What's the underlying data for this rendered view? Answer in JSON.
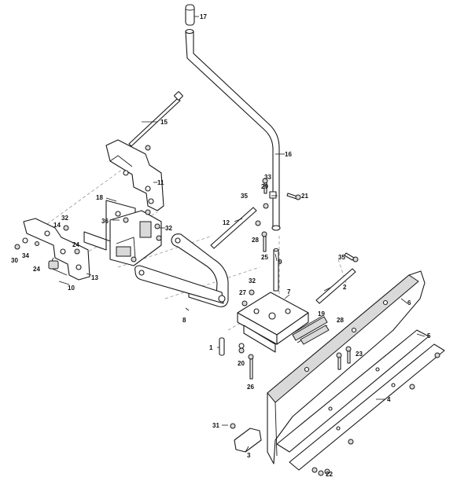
{
  "callouts": {
    "c1": "1",
    "c2": "2",
    "c3": "3",
    "c4": "4",
    "c5": "5",
    "c6": "6",
    "c7": "7",
    "c8": "8",
    "c9": "9",
    "c10": "10",
    "c11": "11",
    "c12": "12",
    "c13": "13",
    "c14": "14",
    "c15": "15",
    "c16": "16",
    "c17": "17",
    "c18": "18",
    "c19": "19",
    "c20": "20",
    "c21": "21",
    "c22": "22",
    "c23": "23",
    "c24a": "24",
    "c24b": "24",
    "c25": "25",
    "c26": "26",
    "c27": "27",
    "c28a": "28",
    "c28b": "28",
    "c29": "29",
    "c30": "30",
    "c31": "31",
    "c32a": "32",
    "c32b": "32",
    "c32c": "32",
    "c33": "33",
    "c34": "34",
    "c35a": "35",
    "c35b": "35",
    "c36": "36"
  },
  "colors": {
    "line": "#1a1a1a",
    "fill": "#ffffff",
    "shade": "#d9d9d9"
  }
}
